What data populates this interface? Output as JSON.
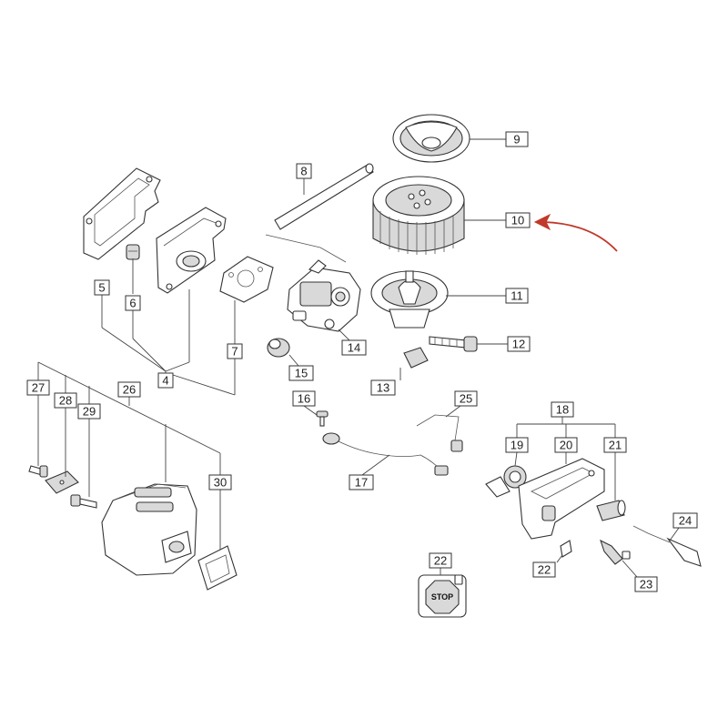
{
  "colors": {
    "ink": "#333333",
    "arrow": "#c0392b",
    "background": "#ffffff"
  },
  "labels": {
    "p4": "4",
    "p5": "5",
    "p6": "6",
    "p7": "7",
    "p8": "8",
    "p9": "9",
    "p10": "10",
    "p11": "11",
    "p12": "12",
    "p13": "13",
    "p14": "14",
    "p15": "15",
    "p16": "16",
    "p17": "17",
    "p18": "18",
    "p19": "19",
    "p20": "20",
    "p21": "21",
    "p22a": "22",
    "p22b": "22",
    "p23": "23",
    "p24": "24",
    "p25": "25",
    "p26": "26",
    "p27": "27",
    "p28": "28",
    "p29": "29",
    "p30": "30"
  },
  "sticker": {
    "text": "STOP"
  },
  "highlight": {
    "target": "10",
    "icon": "curved-arrow-icon"
  }
}
